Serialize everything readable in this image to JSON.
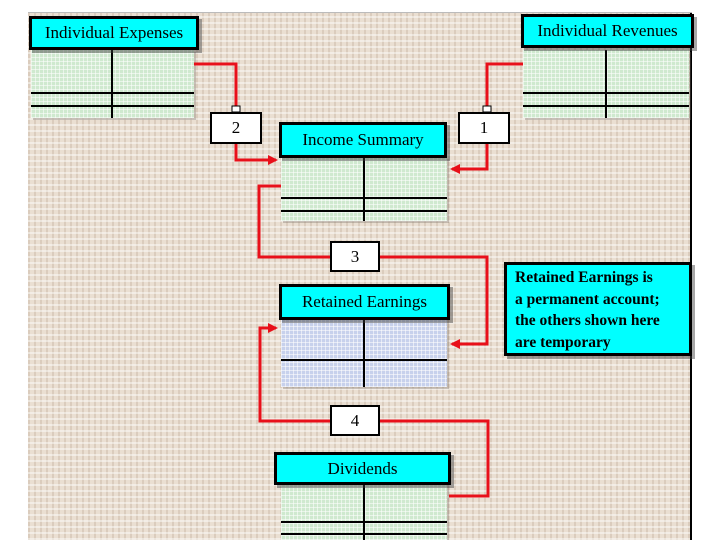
{
  "accounts": {
    "expenses": {
      "label": "Individual Expenses"
    },
    "revenues": {
      "label": "Individual Revenues"
    },
    "income_summary": {
      "label": "Income Summary"
    },
    "retained_earnings": {
      "label": "Retained Earnings"
    },
    "dividends": {
      "label": "Dividends"
    }
  },
  "steps": [
    "1",
    "2",
    "3",
    "4"
  ],
  "note": {
    "lines": [
      "Retained Earnings is",
      "a permanent account;",
      "the others shown here",
      "are temporary"
    ]
  },
  "colors": {
    "box_fill": "#00ffff",
    "arrow": "#e8101a",
    "ledger_green": "#cfe9cf",
    "ledger_blue": "#c7d1ec",
    "background": "#eadfd2"
  }
}
